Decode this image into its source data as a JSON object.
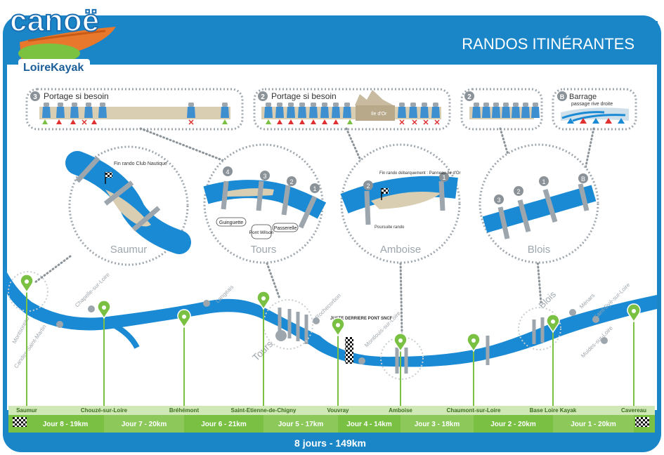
{
  "brand": {
    "name": "canoë",
    "sub": "LoireKayak"
  },
  "header": {
    "title": "RANDOS ITINÉRANTES"
  },
  "colors": {
    "frame": "#1a86c8",
    "river": "#1a8ad4",
    "green": "#79c043",
    "light_green": "#cfe8b5",
    "grey": "#9ea6ad",
    "dark_blue": "#1d5e96"
  },
  "panels": [
    {
      "num": "3",
      "label": "Portage si besoin"
    },
    {
      "num": "2",
      "label": "Portage si besoin",
      "island": "Ile d'Or"
    },
    {
      "num": "2"
    },
    {
      "num": "B",
      "label": "Barrage",
      "note": "passage rive droite"
    }
  ],
  "zooms": [
    {
      "city": "Saumur",
      "note": "Fin rando Club Nautique"
    },
    {
      "city": "Tours",
      "labels": [
        "Guinguette",
        "Pont Wilson",
        "Passerelle"
      ],
      "nums": [
        "4",
        "3",
        "2",
        "1"
      ]
    },
    {
      "city": "Amboise",
      "note": "Fin rando débarquement : Panneau Ile d'Or",
      "note2": "Poursuite rando",
      "nums": [
        "2",
        "1"
      ]
    },
    {
      "city": "Blois",
      "nums": [
        "3",
        "2",
        "1",
        "B"
      ]
    }
  ],
  "map_labels": {
    "towns": [
      "Montsoreau",
      "Candes-Saint-Martin",
      "Chapelle-sur-Loire",
      "Langeais",
      "Rochecorbon",
      "Montlouis-sur-Loire",
      "Ménars",
      "Saint-Dyé-sur-Loire",
      "Muides-sur-Loire"
    ],
    "tours": "Tours",
    "blois": "Blois",
    "rail_note": "JUSTE DERRIERE PONT SNCF"
  },
  "stops": [
    "Saumur",
    "Chouzé-sur-Loire",
    "Bréhémont",
    "Saint-Etienne-de-Chigny",
    "Vouvray",
    "Amboise",
    "Chaumont-sur-Loire",
    "Base Loire Kayak",
    "Cavereau"
  ],
  "days": [
    "Jour 8 - 19km",
    "Jour 7 - 20km",
    "Jour 6 - 21km",
    "Jour 5 - 17km",
    "Jour 4 - 14km",
    "Jour 3 - 18km",
    "Jour 2 - 20km",
    "Jour 1 - 20km"
  ],
  "footer": {
    "total": "8 jours - 149km"
  }
}
